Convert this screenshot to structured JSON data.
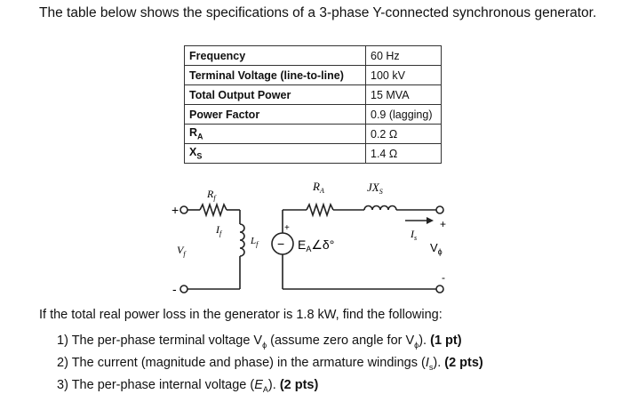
{
  "intro_text": "The table below shows the specifications of a 3-phase Y-connected synchronous generator.",
  "specs_table": [
    {
      "param": "Frequency",
      "value": "60 Hz"
    },
    {
      "param": "Terminal Voltage (line-to-line)",
      "value": "100 kV"
    },
    {
      "param": "Total Output Power",
      "value": "15 MVA"
    },
    {
      "param": "Power Factor",
      "value": "0.9 (lagging)"
    },
    {
      "param_main": "R",
      "param_sub": "A",
      "value": "0.2 Ω"
    },
    {
      "param_main": "X",
      "param_sub": "S",
      "value": "1.4 Ω"
    }
  ],
  "circuit": {
    "rf_label": "R",
    "rf_sub": "f",
    "if_label": "I",
    "if_sub": "f",
    "lf_label": "L",
    "lf_sub": "f",
    "vf_label": "V",
    "vf_sub": "f",
    "ra_label": "R",
    "ra_sub": "A",
    "jxs_label": "JX",
    "jxs_sub": "S",
    "is_label": "I",
    "is_sub": "s",
    "ea_label": "E",
    "ea_sub": "A",
    "ea_angle": "∠δ°",
    "vphi_label": "V",
    "vphi_sub": "ϕ",
    "plus_sign": "+",
    "minus_sign": "-",
    "source_minus": "−"
  },
  "question_text": "If the total real power loss in the generator is 1.8 kW, find the following:",
  "items": [
    {
      "num": "1)",
      "text": "The per-phase terminal voltage V",
      "sym_sub": "ϕ",
      "mid": " (assume zero angle for V",
      "mid_sub": "ϕ",
      "end": ").",
      "pts": "(1 pt)"
    },
    {
      "num": "2)",
      "text": "The current (magnitude and phase) in the armature windings (",
      "sym": "I",
      "sym_sub": "s",
      "end": ").",
      "pts": "(2 pts)"
    },
    {
      "num": "3)",
      "text": "The per-phase internal voltage (",
      "sym": "E",
      "sym_sub": "A",
      "end": ").",
      "pts": "(2 pts)"
    }
  ]
}
